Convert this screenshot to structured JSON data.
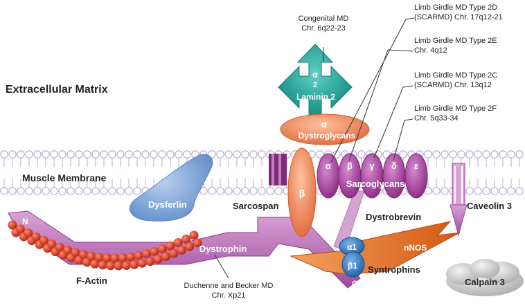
{
  "regions": {
    "extracellular": "Extracellular Matrix",
    "membrane": "Muscle Membrane"
  },
  "proteins": {
    "laminin_alpha": "α",
    "laminin_two": "2",
    "laminin": "Laminin 2",
    "dystroglycan_alpha": "α",
    "dystroglycans": "Dystroglycans",
    "dystroglycan_beta": "β",
    "sarcoglycan_subunits": [
      "α",
      "β",
      "γ",
      "δ",
      "ε"
    ],
    "sarcoglycans": "Sarcoglycans",
    "sarcospan": "Sarcospan",
    "dysferlin": "Dysferlin",
    "dystrobrevin": "Dystrobrevin",
    "caveolin": "Caveolin 3",
    "dystrophin": "Dystrophin",
    "dystrophin_n": "N",
    "syntrophin_a1": "α1",
    "syntrophin_b1": "β1",
    "syntrophins": "Syntrophins",
    "c_terminus": "C",
    "nnos": "nNOS",
    "f_actin": "F-Actin",
    "calpain": "Calpain 3"
  },
  "diseases": {
    "congenital": [
      "Congenital MD",
      "Chr. 6q22-23"
    ],
    "lgmd2d": [
      "Limb Girdle MD Type 2D",
      "(SCARMD) Chr. 17q12-21"
    ],
    "lgmd2e": [
      "Limb Girdle MD Type 2E",
      "Chr. 4q12"
    ],
    "lgmd2c": [
      "Limb Girdle MD Type 2C",
      "(SCARMD) Chr. 13q12"
    ],
    "lgmd2f": [
      "Limb Girdle MD Type 2F",
      "Chr. 5q33-34"
    ],
    "duchenne": [
      "Duchenne and Becker MD",
      "Chr. Xp21"
    ]
  },
  "colors": {
    "laminin": "#1fa79a",
    "dystroglycan": "#f08a5b",
    "sarcoglycan": "#a93a9b",
    "dystrophin": "#b45fb2",
    "dysferlin": "#7fa6d9",
    "dystrobrevin": "#d4a3d2",
    "syntrophin": "#2f78c0",
    "nnos": "#e36a1e",
    "actin": "#d8321e",
    "membrane": "#c9bedd",
    "calpain": "#c8c8c8"
  }
}
